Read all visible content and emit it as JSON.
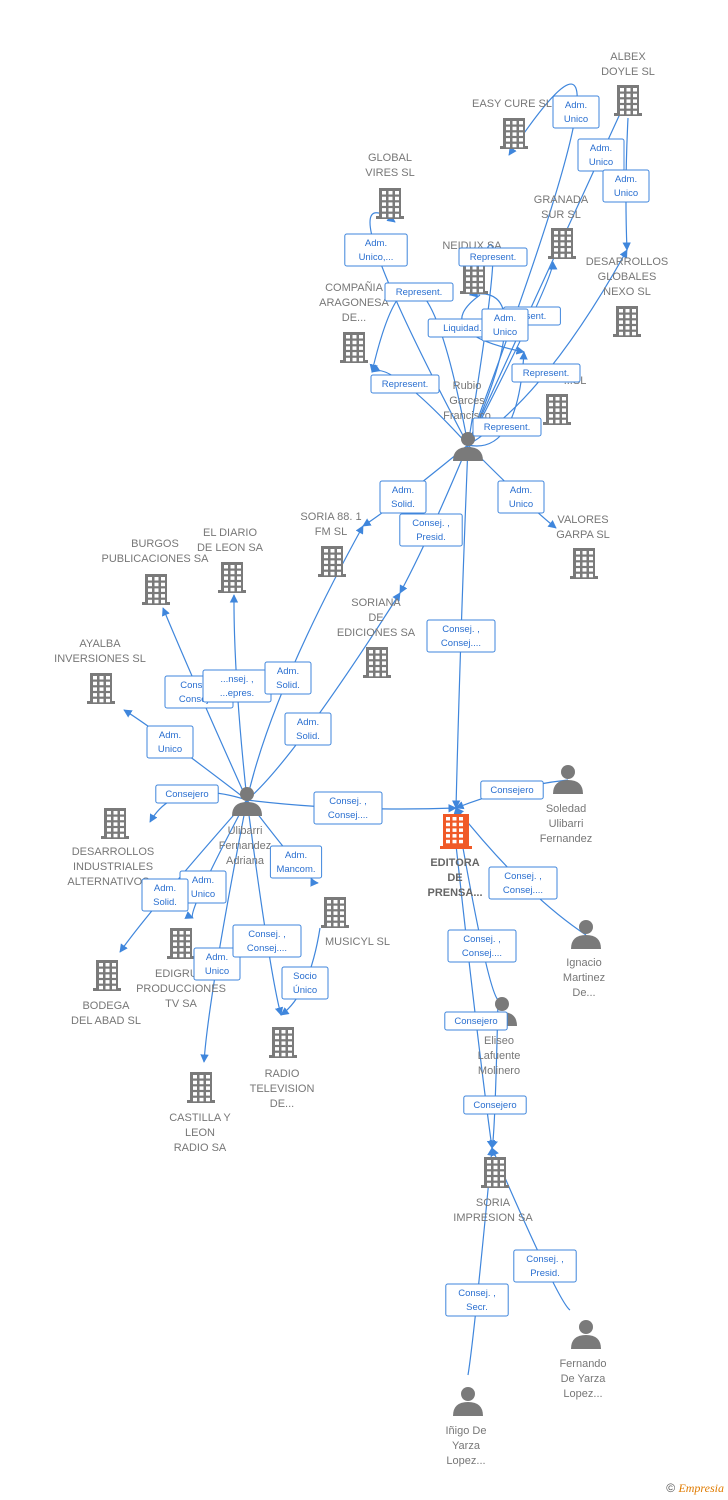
{
  "colors": {
    "building": "#7a7a7a",
    "focus": "#f05a28",
    "person": "#7a7a7a",
    "edge": "#3f86dc",
    "label": "#777777"
  },
  "nodes": [
    {
      "id": "albex",
      "type": "company",
      "lines": [
        "ALBEX",
        "DOYLE  SL"
      ]
    },
    {
      "id": "easycure",
      "type": "company",
      "lines": [
        "EASY CURE SL"
      ]
    },
    {
      "id": "global",
      "type": "company",
      "lines": [
        "GLOBAL",
        "VIRES  SL"
      ]
    },
    {
      "id": "neidux",
      "type": "company",
      "lines": [
        "NEIDUX SA"
      ]
    },
    {
      "id": "granada",
      "type": "company",
      "lines": [
        "GRANADA",
        "SUR SL"
      ]
    },
    {
      "id": "desglob",
      "type": "company",
      "lines": [
        "DESARROLLOS",
        "GLOBALES",
        "NEXO SL"
      ]
    },
    {
      "id": "compania",
      "type": "company",
      "lines": [
        "COMPAÑIA",
        "ARAGONESA",
        "DE..."
      ]
    },
    {
      "id": "anet",
      "type": "company",
      "lines": [
        "...SL"
      ]
    },
    {
      "id": "rubio",
      "type": "person",
      "lines": [
        "Rubio",
        "Garces",
        "Francisco"
      ]
    },
    {
      "id": "soria88",
      "type": "company",
      "lines": [
        "SORIA 88. 1",
        "FM SL"
      ]
    },
    {
      "id": "valores",
      "type": "company",
      "lines": [
        "VALORES",
        "GARPA SL"
      ]
    },
    {
      "id": "burgos",
      "type": "company",
      "lines": [
        "BURGOS",
        "PUBLICACIONES SA"
      ]
    },
    {
      "id": "diario",
      "type": "company",
      "lines": [
        "EL DIARIO",
        "DE LEON SA"
      ]
    },
    {
      "id": "soriana",
      "type": "company",
      "lines": [
        "SORIANA",
        "DE",
        "EDICIONES SA"
      ]
    },
    {
      "id": "ayalba",
      "type": "company",
      "lines": [
        "AYALBA",
        "INVERSIONES SL"
      ]
    },
    {
      "id": "soledad",
      "type": "person",
      "lines": [
        "Soledad",
        "Ulibarri",
        "Fernandez"
      ]
    },
    {
      "id": "ulibarri",
      "type": "person",
      "lines": [
        "Ulibarri",
        "Fernandez",
        "Adriana"
      ]
    },
    {
      "id": "editora",
      "type": "focus",
      "lines": [
        "EDITORA",
        "DE",
        "PRENSA..."
      ]
    },
    {
      "id": "desind",
      "type": "company",
      "lines": [
        "DESARROLLOS",
        "INDUSTRIALES",
        "ALTERNATIVOS..."
      ]
    },
    {
      "id": "musicyl",
      "type": "company",
      "lines": [
        "MUSICYL SL"
      ]
    },
    {
      "id": "ignacio",
      "type": "person",
      "lines": [
        "Ignacio",
        "Martinez",
        "De..."
      ]
    },
    {
      "id": "edigrup",
      "type": "company",
      "lines": [
        "EDIGRU...",
        "PRODUCCIONES",
        "TV SA"
      ]
    },
    {
      "id": "bodega",
      "type": "company",
      "lines": [
        "BODEGA",
        "DEL ABAD  SL"
      ]
    },
    {
      "id": "eliseo",
      "type": "person",
      "lines": [
        "Eliseo",
        "Lafuente",
        "Molinero"
      ]
    },
    {
      "id": "radio",
      "type": "company",
      "lines": [
        "RADIO",
        "TELEVISION",
        "DE..."
      ]
    },
    {
      "id": "castilla",
      "type": "company",
      "lines": [
        "CASTILLA Y",
        "LEON",
        "RADIO SA"
      ]
    },
    {
      "id": "sorimp",
      "type": "company",
      "lines": [
        "SORIA",
        "IMPRESION SA"
      ]
    },
    {
      "id": "fernando",
      "type": "person",
      "lines": [
        "Fernando",
        "De Yarza",
        "Lopez..."
      ]
    },
    {
      "id": "inigo",
      "type": "person",
      "lines": [
        "Iñigo De",
        "Yarza",
        "Lopez..."
      ]
    }
  ],
  "edges": [
    {
      "from": "rubio",
      "to": "easycure",
      "lines": [
        "Adm.",
        "Unico"
      ]
    },
    {
      "from": "rubio",
      "to": "albex",
      "lines": [
        "Adm.",
        "Unico"
      ]
    },
    {
      "from": "albex",
      "to": "desglob",
      "lines": [
        "Adm.",
        "Unico"
      ]
    },
    {
      "from": "rubio",
      "to": "global",
      "lines": [
        "Adm.",
        "Unico,..."
      ]
    },
    {
      "from": "rubio",
      "to": "neidux",
      "lines": [
        "Represent."
      ]
    },
    {
      "from": "rubio",
      "to": "compania",
      "lines": [
        "Represent."
      ]
    },
    {
      "from": "rubio",
      "to": "granada",
      "lines": [
        "...sent."
      ]
    },
    {
      "from": "neidux",
      "to": "anet",
      "lines": [
        "Liquidad..."
      ]
    },
    {
      "from": "rubio",
      "to": "neidux",
      "lines": [
        "Adm.",
        "Unico"
      ]
    },
    {
      "from": "rubio",
      "to": "compania",
      "lines": [
        "Represent."
      ]
    },
    {
      "from": "rubio",
      "to": "desglob",
      "lines": [
        "Represent."
      ]
    },
    {
      "from": "rubio",
      "to": "anet",
      "lines": [
        "Represent."
      ]
    },
    {
      "from": "rubio",
      "to": "soria88",
      "lines": [
        "Adm.",
        "Solid."
      ]
    },
    {
      "from": "rubio",
      "to": "soriana",
      "lines": [
        "Consej. ,",
        "Presid."
      ]
    },
    {
      "from": "rubio",
      "to": "valores",
      "lines": [
        "Adm.",
        "Unico"
      ]
    },
    {
      "from": "rubio",
      "to": "editora",
      "lines": [
        "Consej. ,",
        "Consej...."
      ]
    },
    {
      "from": "ulibarri",
      "to": "burgos",
      "lines": [
        "Consej. ,",
        "Consej...."
      ]
    },
    {
      "from": "ulibarri",
      "to": "diario",
      "lines": [
        "...nsej. ,",
        "...epres."
      ]
    },
    {
      "from": "ulibarri",
      "to": "soria88",
      "lines": [
        "Adm.",
        "Solid."
      ]
    },
    {
      "from": "ulibarri",
      "to": "soriana",
      "lines": [
        "Adm.",
        "Solid."
      ]
    },
    {
      "from": "ulibarri",
      "to": "ayalba",
      "lines": [
        "Adm.",
        "Unico"
      ]
    },
    {
      "from": "ulibarri",
      "to": "desind",
      "lines": [
        "Consejero"
      ]
    },
    {
      "from": "ulibarri",
      "to": "editora",
      "lines": [
        "Consej. ,",
        "Consej...."
      ]
    },
    {
      "from": "soledad",
      "to": "editora",
      "lines": [
        "Consejero"
      ]
    },
    {
      "from": "ulibarri",
      "to": "musicyl",
      "lines": [
        "Adm.",
        "Mancom."
      ]
    },
    {
      "from": "ulibarri",
      "to": "edigrup",
      "lines": [
        "Adm.",
        "Unico"
      ]
    },
    {
      "from": "ulibarri",
      "to": "bodega",
      "lines": [
        "Adm.",
        "Solid."
      ]
    },
    {
      "from": "ulibarri",
      "to": "castilla",
      "lines": [
        "Adm.",
        "Unico"
      ]
    },
    {
      "from": "ulibarri",
      "to": "radio",
      "lines": [
        "Consej. ,",
        "Consej...."
      ]
    },
    {
      "from": "musicyl",
      "to": "radio",
      "lines": [
        "Socio",
        "Único"
      ]
    },
    {
      "from": "ignacio",
      "to": "editora",
      "lines": [
        "Consej. ,",
        "Consej...."
      ]
    },
    {
      "from": "eliseo",
      "to": "editora",
      "lines": [
        "Consej. ,",
        "Consej...."
      ]
    },
    {
      "from": "editora",
      "to": "sorimp",
      "lines": [
        "Consejero"
      ]
    },
    {
      "from": "eliseo",
      "to": "sorimp",
      "lines": [
        "Consejero"
      ]
    },
    {
      "from": "fernando",
      "to": "sorimp",
      "lines": [
        "Consej. ,",
        "Presid."
      ]
    },
    {
      "from": "inigo",
      "to": "sorimp",
      "lines": [
        "Consej. ,",
        "Secr."
      ]
    }
  ],
  "copyright": {
    "symbol": "©",
    "brand": "Empresia"
  }
}
